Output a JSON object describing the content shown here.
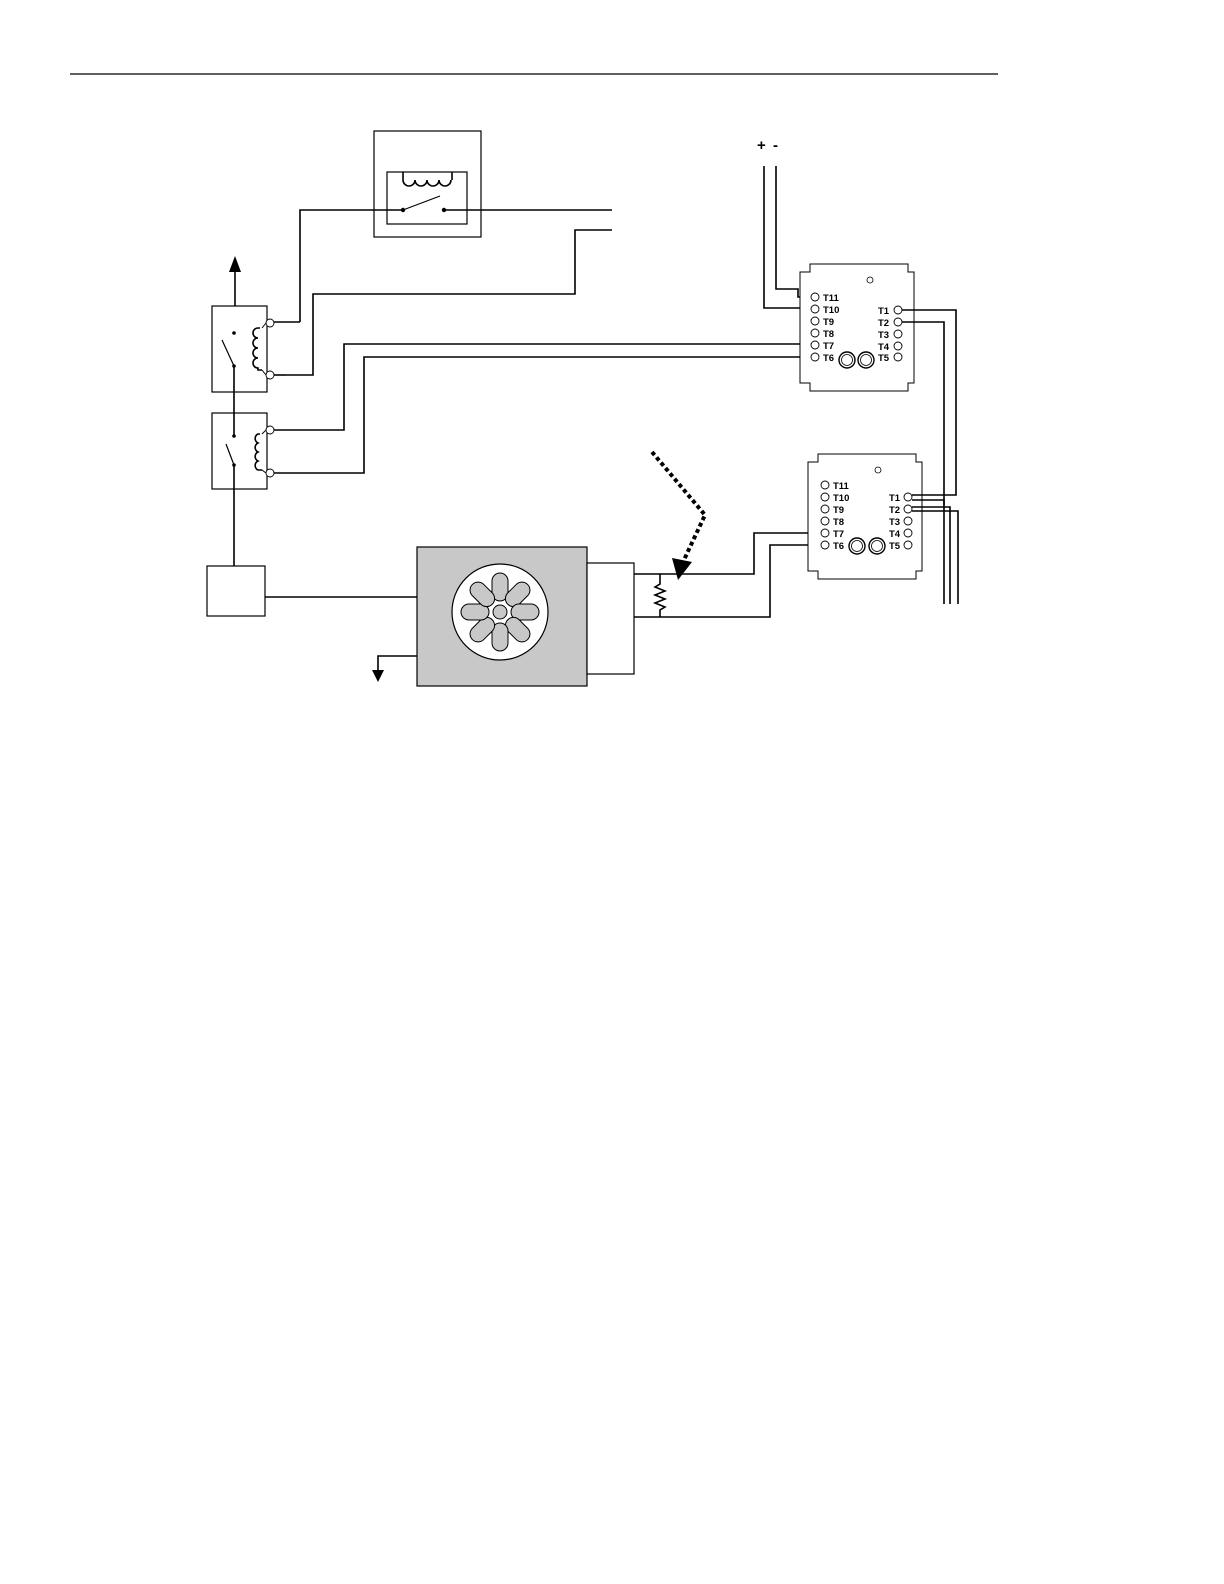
{
  "power_polarity": {
    "plus": "+",
    "minus": "-"
  },
  "module": {
    "left_terminals": [
      "T11",
      "T10",
      "T9",
      "T8",
      "T7",
      "T6"
    ],
    "right_terminals": [
      "T1",
      "T2",
      "T3",
      "T4",
      "T5"
    ]
  },
  "colors": {
    "fan_unit_fill": "#c8c8c8",
    "line": "#000000",
    "background": "#ffffff"
  },
  "icons": [
    "relay-icon",
    "fan-icon",
    "thermistor-icon",
    "arrow-up-icon",
    "ground-icon"
  ]
}
